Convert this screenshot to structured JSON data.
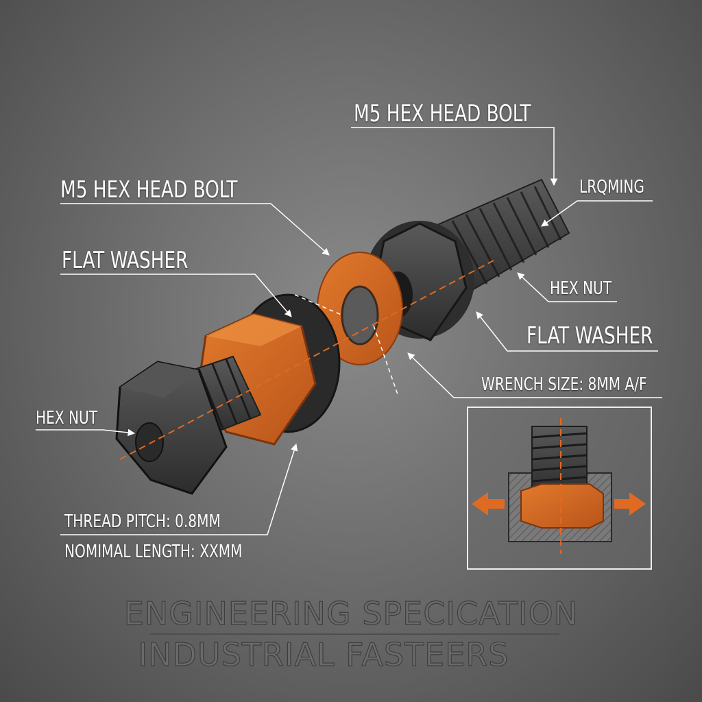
{
  "labels": {
    "top_bolt": "M5 HEX HEAD BOLT",
    "left_bolt": "M5 HEX HEAD BOLT",
    "left_washer": "FLAT WASHER",
    "right_threading": "LRQMING",
    "right_hex_nut": "HEX NUT",
    "right_washer": "FLAT WASHER",
    "wrench_size": "WRENCH SIZE: 8MM A/F",
    "left_hex_nut": "HEX NUT",
    "thread_pitch": "THREAD PITCH: 0.8MM",
    "nominal_length": "NOMIMAL LENGTH: XXMM"
  },
  "footer": {
    "line1": "ENGINEERING SPECICATION",
    "line2": "INDUSTRIAL FASTEERS"
  },
  "colors": {
    "accent_orange": "#d9691f",
    "dark_steel": "#3b3b3b",
    "background": "#7a7a7a",
    "label_white": "#ffffff"
  }
}
